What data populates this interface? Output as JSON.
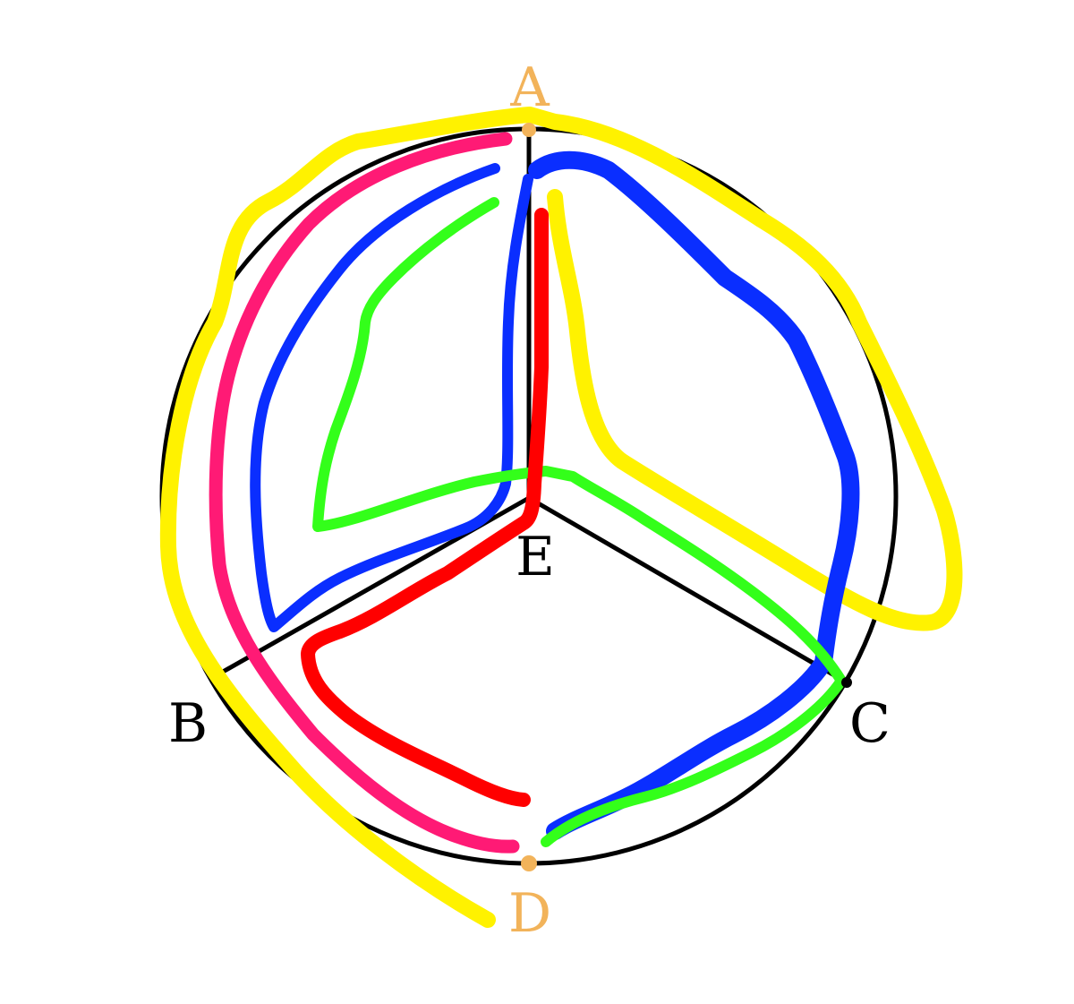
{
  "labels": {
    "A": "A",
    "B": "B",
    "C": "C",
    "D": "D",
    "E": "E"
  },
  "colors": {
    "outline": "#000000",
    "highlight_point": "#F2B35A",
    "yellow": "#FFF200",
    "pink": "#FF1A75",
    "blue": "#0A2EFF",
    "green": "#33FF1A",
    "red": "#FF0000"
  }
}
